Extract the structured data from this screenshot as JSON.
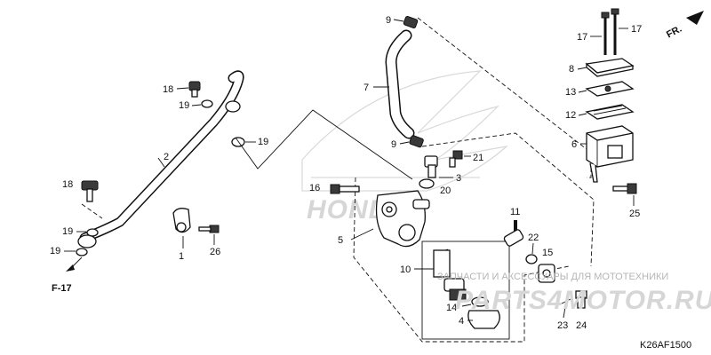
{
  "diagram": {
    "code": "K26AF1500",
    "direction_label": "FR.",
    "reference_label": "F-17",
    "watermark_text": "ЗАПЧАСТИ И АКСЕССУАРЫ ДЛЯ МОТОТЕХНИКИ",
    "watermark_logo": "PARTS4MOTOR.RU",
    "callouts": {
      "c1": "1",
      "c2": "2",
      "c3": "3",
      "c4": "4",
      "c5": "5",
      "c6": "6",
      "c7": "7",
      "c8": "8",
      "c9a": "9",
      "c9b": "9",
      "c10": "10",
      "c11": "11",
      "c12": "12",
      "c13": "13",
      "c14": "14",
      "c15": "15",
      "c16": "16",
      "c17a": "17",
      "c17b": "17",
      "c18a": "18",
      "c18b": "18",
      "c19a": "19",
      "c19b": "19",
      "c19c": "19",
      "c19d": "19",
      "c20": "20",
      "c21": "21",
      "c22": "22",
      "c23": "23",
      "c24": "24",
      "c25": "25",
      "c26": "26"
    }
  }
}
